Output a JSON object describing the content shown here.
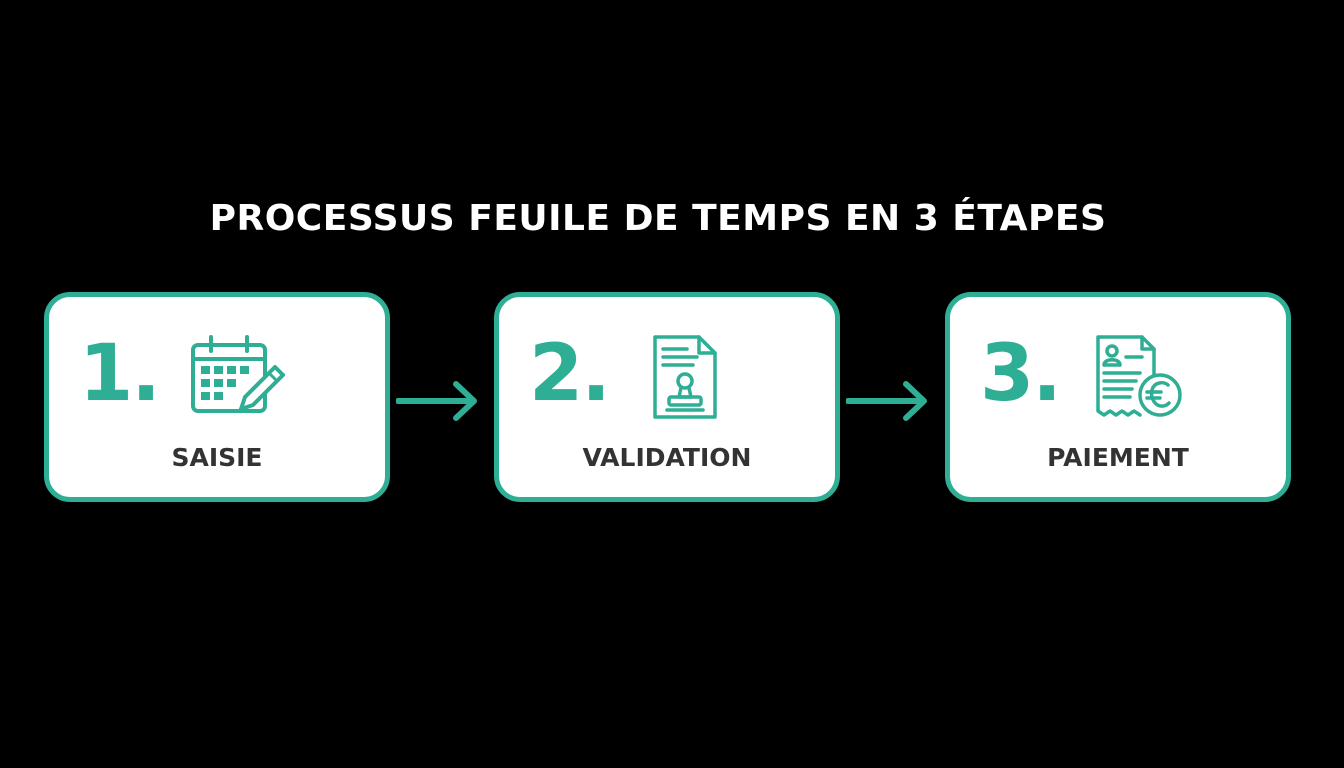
{
  "title": "PROCESSUS FEUILE DE TEMPS EN 3 ÉTAPES",
  "accent_color": "#2eae94",
  "steps": [
    {
      "number": "1.",
      "label": "SAISIE",
      "icon": "calendar-edit-icon"
    },
    {
      "number": "2.",
      "label": "VALIDATION",
      "icon": "stamped-document-icon"
    },
    {
      "number": "3.",
      "label": "PAIEMENT",
      "icon": "invoice-euro-icon"
    }
  ]
}
